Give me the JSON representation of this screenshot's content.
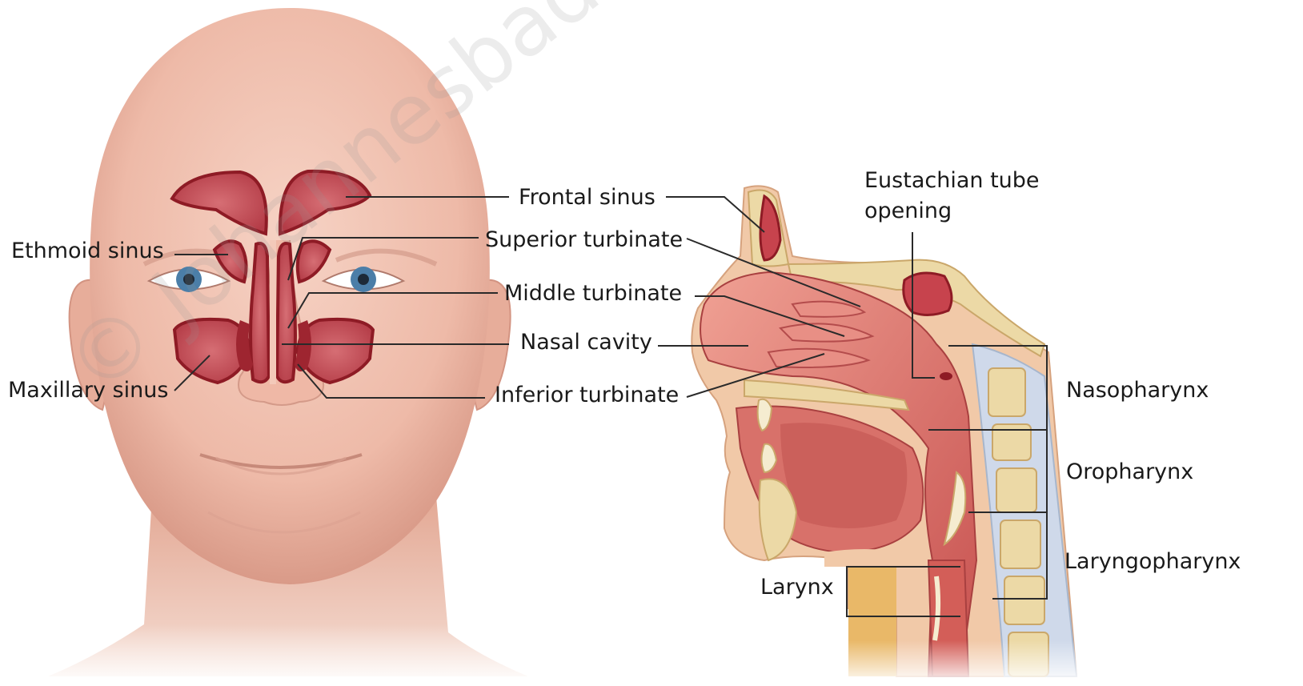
{
  "labels": {
    "frontal_sinus": "Frontal sinus",
    "ethmoid_sinus": "Ethmoid sinus",
    "superior_turbinate": "Superior turbinate",
    "middle_turbinate": "Middle turbinate",
    "nasal_cavity": "Nasal cavity",
    "maxillary_sinus": "Maxillary sinus",
    "inferior_turbinate": "Inferior turbinate",
    "eustachian_tube_line1": "Eustachian tube",
    "eustachian_tube_line2": "opening",
    "nasopharynx": "Nasopharynx",
    "oropharynx": "Oropharynx",
    "laryngopharynx": "Laryngopharynx",
    "larynx": "Larynx"
  },
  "watermark": "© Johannesbad Usedom GmbH",
  "colors": {
    "skin": "#f2c4b4",
    "skin_shadow": "#d99a88",
    "sinus_outline": "#a3212b",
    "sinus_fill": "#bf4a54",
    "bone": "#eedcae",
    "bone_dark": "#d8bd82",
    "mucosa": "#e8857a",
    "mucosa_dark": "#cf5a55",
    "iris": "#4b7ea8",
    "vertebra_blue": "#cfd9ea",
    "line": "#2a2a2a"
  }
}
